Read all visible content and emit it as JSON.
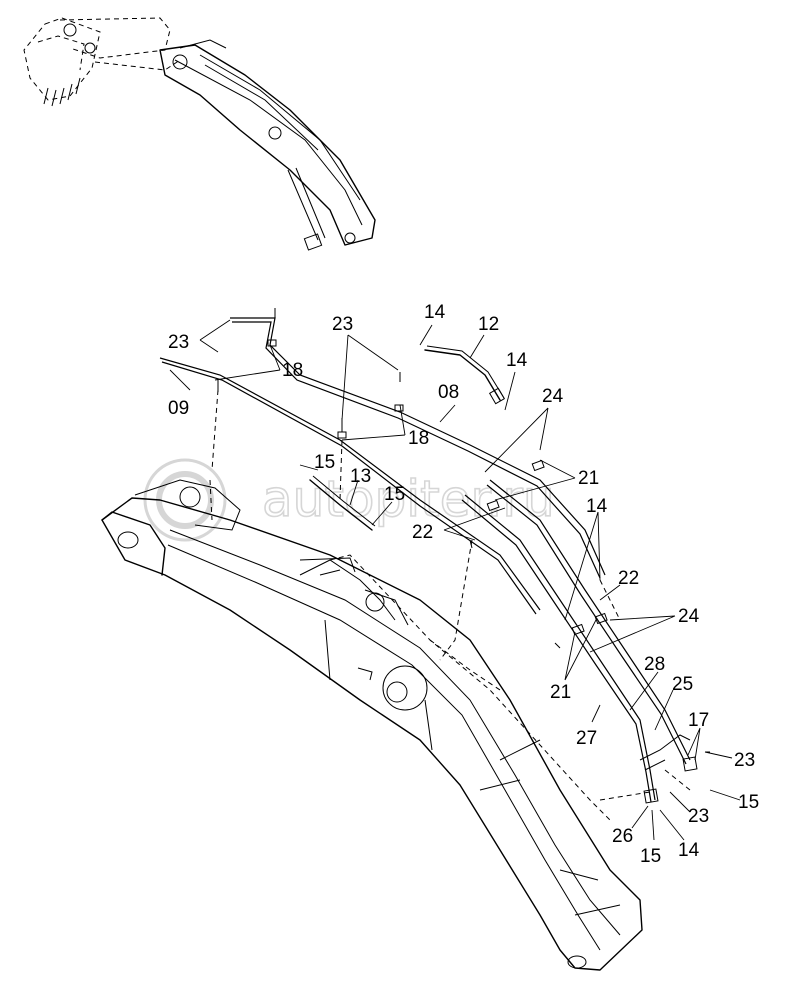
{
  "watermark": "autopiter.ru",
  "callouts": [
    {
      "id": "c-23-a",
      "text": "23"
    },
    {
      "id": "c-18-a",
      "text": "18"
    },
    {
      "id": "c-09",
      "text": "09"
    },
    {
      "id": "c-23-b",
      "text": "23"
    },
    {
      "id": "c-18-b",
      "text": "18"
    },
    {
      "id": "c-14-a",
      "text": "14"
    },
    {
      "id": "c-12",
      "text": "12"
    },
    {
      "id": "c-14-b",
      "text": "14"
    },
    {
      "id": "c-08",
      "text": "08"
    },
    {
      "id": "c-24-a",
      "text": "24"
    },
    {
      "id": "c-21-a",
      "text": "21"
    },
    {
      "id": "c-15-a",
      "text": "15"
    },
    {
      "id": "c-13",
      "text": "13"
    },
    {
      "id": "c-15-b",
      "text": "15"
    },
    {
      "id": "c-22-a",
      "text": "22"
    },
    {
      "id": "c-14-c",
      "text": "14"
    },
    {
      "id": "c-22-b",
      "text": "22"
    },
    {
      "id": "c-24-b",
      "text": "24"
    },
    {
      "id": "c-21-b",
      "text": "21"
    },
    {
      "id": "c-28",
      "text": "28"
    },
    {
      "id": "c-25",
      "text": "25"
    },
    {
      "id": "c-27",
      "text": "27"
    },
    {
      "id": "c-17",
      "text": "17"
    },
    {
      "id": "c-23-c",
      "text": "23"
    },
    {
      "id": "c-15-c",
      "text": "15"
    },
    {
      "id": "c-23-d",
      "text": "23"
    },
    {
      "id": "c-26",
      "text": "26"
    },
    {
      "id": "c-15-d",
      "text": "15"
    },
    {
      "id": "c-14-d",
      "text": "14"
    }
  ]
}
